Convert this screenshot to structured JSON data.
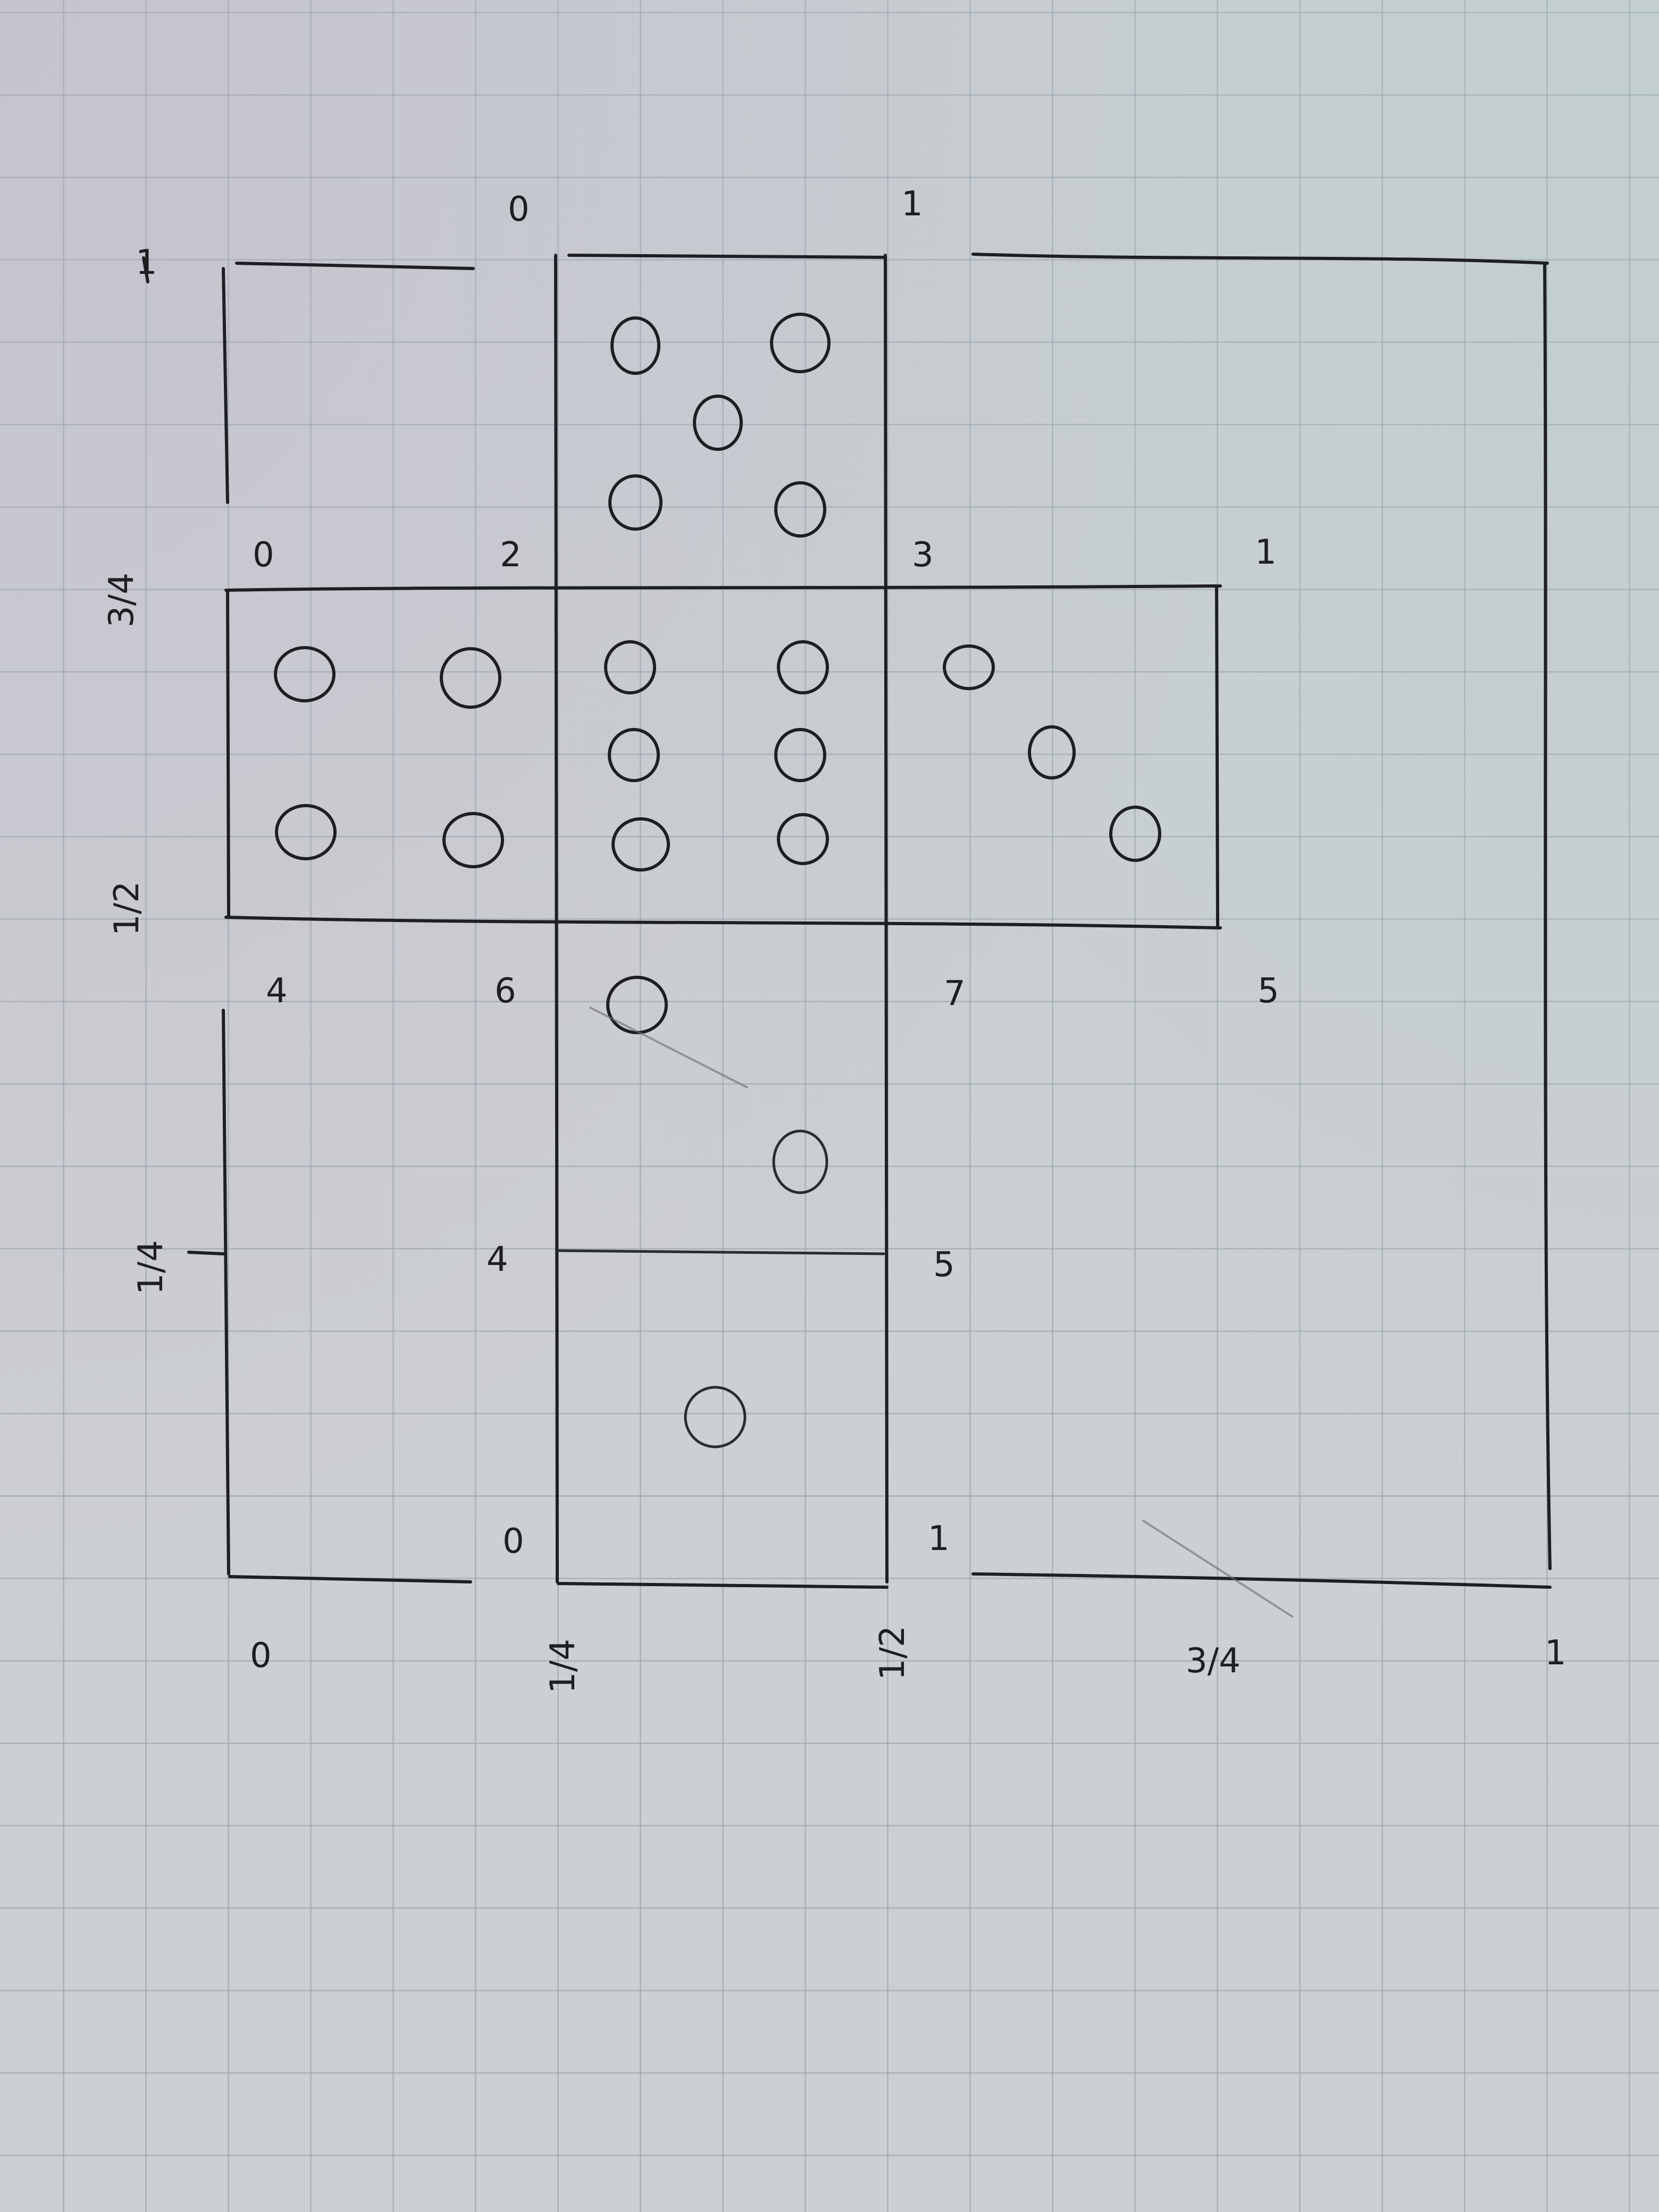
{
  "labels": {
    "outer_top_left": "0",
    "outer_top_right": "1",
    "y_top": "1",
    "y_three_quarter": "3/4",
    "y_half": "1/2",
    "y_quarter": "1/4",
    "x_zero": "0",
    "x_quarter": "1/4",
    "x_half": "1/2",
    "x_three_quarter": "3/4",
    "x_one": "1",
    "mid_left_0": "0",
    "mid_2": "2",
    "mid_3": "3",
    "mid_right_1": "1",
    "row_4": "4",
    "row_6": "6",
    "row_7": "7",
    "row_5": "5",
    "inner_4": "4",
    "inner_5": "5",
    "inner_0": "0",
    "inner_1": "1"
  },
  "colors": {
    "ink": "#1d1f22",
    "paper": "#cdd0d2",
    "grid": "#969fa8"
  }
}
